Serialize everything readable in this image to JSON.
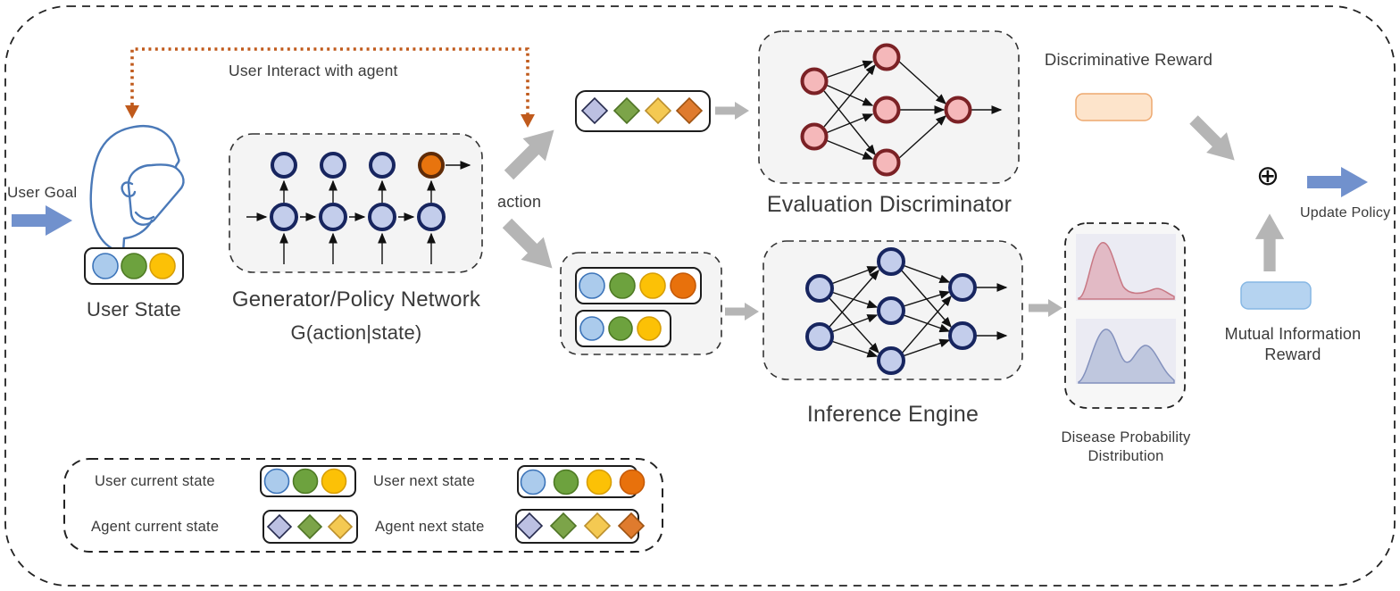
{
  "diagram": {
    "labels": {
      "user_goal": "User Goal",
      "user_interact": "User Interact with agent",
      "user_state": "User State",
      "generator_title": "Generator/Policy Network",
      "generator_formula": "G(action|state)",
      "action": "action",
      "evaluation_discriminator": "Evaluation Discriminator",
      "inference_engine": "Inference Engine",
      "disease_probability_distribution": "Disease Probability Distribution",
      "discriminative_reward": "Discriminative Reward",
      "mutual_information_reward": "Mutual Information Reward",
      "update_policy": "Update Policy",
      "combine_symbol": "⊕"
    },
    "legend": {
      "items": [
        {
          "label": "User current state",
          "shape": "circle",
          "colors": [
            "#abcbec",
            "#6da23e",
            "#fcc106"
          ]
        },
        {
          "label": "User next state",
          "shape": "circle",
          "colors": [
            "#abcbec",
            "#6da23e",
            "#fcc106",
            "#e8710c"
          ]
        },
        {
          "label": "Agent current state",
          "shape": "diamond",
          "colors": [
            "#bcc0e2",
            "#7ca449",
            "#f4c952"
          ]
        },
        {
          "label": "Agent next state",
          "shape": "diamond",
          "colors": [
            "#bcc0e2",
            "#7ca449",
            "#f4c952",
            "#df7b2e"
          ]
        }
      ]
    },
    "colors": {
      "user_token_blue": "#abcbec",
      "token_green": "#6da23e",
      "token_yellow": "#fcc106",
      "token_orange": "#e8710c",
      "agent_lavender": "#bcc0e2",
      "agent_green": "#7ca449",
      "agent_gold": "#f4c952",
      "agent_orange": "#df7b2e",
      "rnn_node_fill": "#c3cdeb",
      "rnn_node_border": "#17255f",
      "action_node_fill": "#e8740e",
      "discriminator_node_fill": "#f5b8ba",
      "discriminator_node_border": "#7b2125",
      "gray_arrow": "#b5b5b5",
      "blue_arrow": "#7191cd",
      "interact_line_orange": "#c05a1c",
      "discriminative_reward_fill": "#fde4cb",
      "mutual_information_reward_fill": "#b5d3f0"
    }
  }
}
